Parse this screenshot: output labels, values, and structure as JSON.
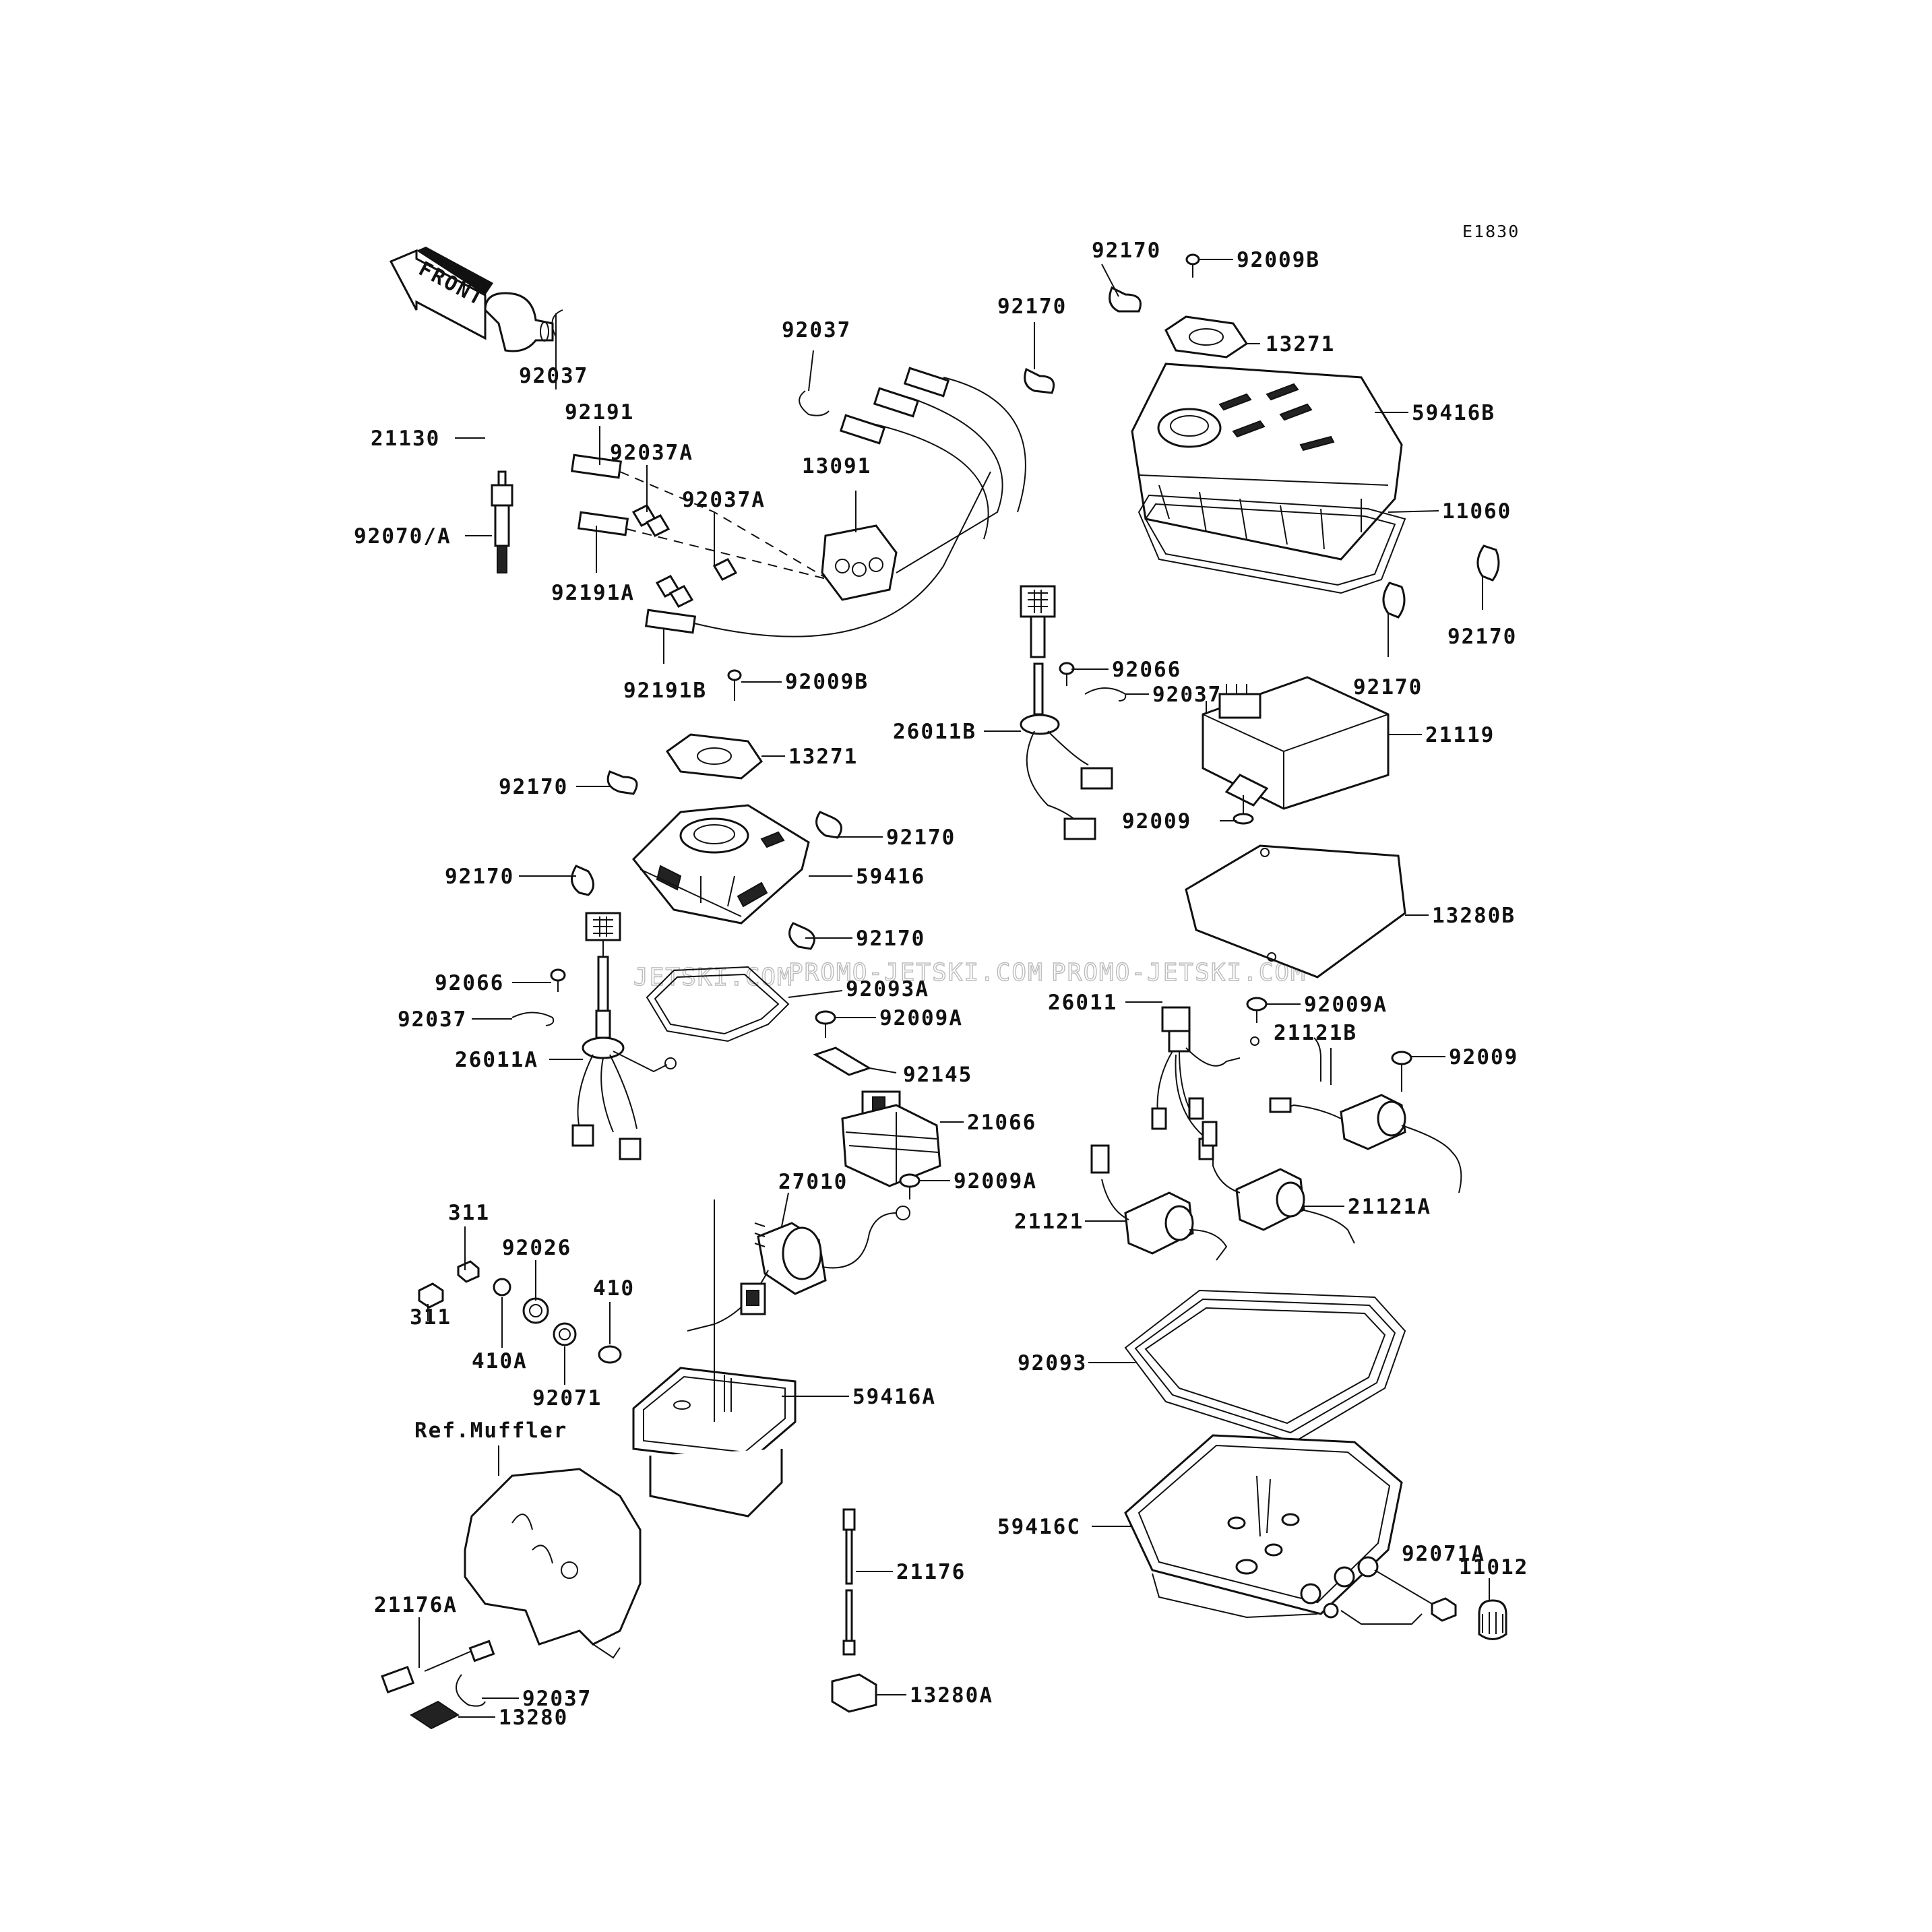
{
  "diagram_code": "E1830",
  "front_marker": "FRONT",
  "reference_label": "Ref.Muffler",
  "watermarks": [
    "JETSKI.COM",
    "PROMO-JETSKI.COM",
    "PROMO-JETSKI.COM"
  ],
  "labels": {
    "p92170_a": "92170",
    "p92009b_a": "92009B",
    "p92170_b": "92170",
    "p13271_a": "13271",
    "p59416b": "59416B",
    "p11060": "11060",
    "p92170_c": "92170",
    "p92170_d": "92170",
    "p92037_a": "92037",
    "p92037_b": "92037",
    "p92191": "92191",
    "p21130": "21130",
    "p92037a_a": "92037A",
    "p13091": "13091",
    "p92037a_b": "92037A",
    "p92070a": "92070/A",
    "p92191a": "92191A",
    "p92191b": "92191B",
    "p92009b_b": "92009B",
    "p13271_b": "13271",
    "p92066_a": "92066",
    "p92037_c": "92037",
    "p26011b": "26011B",
    "p21119": "21119",
    "p92009_a": "92009",
    "p92170_e": "92170",
    "p92170_f": "92170",
    "p92170_g": "92170",
    "p59416": "59416",
    "p92170_h": "92170",
    "p13280b": "13280B",
    "p92066_b": "92066",
    "p92093a": "92093A",
    "p92037_d": "92037",
    "p92009a_a": "92009A",
    "p26011a": "26011A",
    "p92145": "92145",
    "p26011": "26011",
    "p92009a_b": "92009A",
    "p21121b": "21121B",
    "p92009_b": "92009",
    "p21066": "21066",
    "p27010": "27010",
    "p92009a_c": "92009A",
    "p311_a": "311",
    "p92026": "92026",
    "p410": "410",
    "p311_b": "311",
    "p410a": "410A",
    "p92071": "92071",
    "p21121a": "21121A",
    "p21121": "21121",
    "p92093": "92093",
    "p59416a": "59416A",
    "p59416c": "59416C",
    "p92071a": "92071A",
    "p11012": "11012",
    "p21176a": "21176A",
    "p21176": "21176",
    "p92037_e": "92037",
    "p13280": "13280",
    "p13280a": "13280A"
  }
}
